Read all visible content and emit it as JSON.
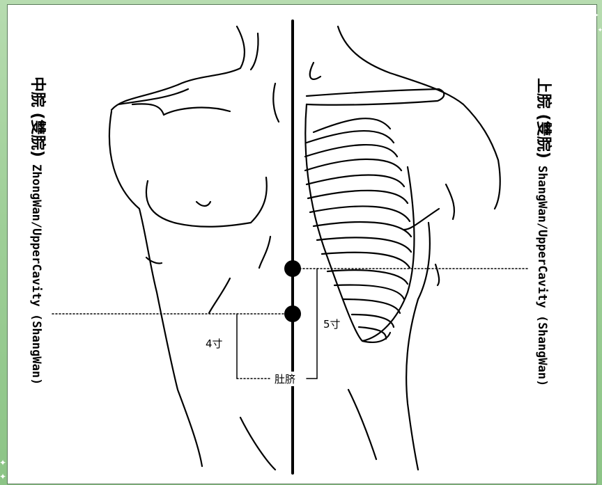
{
  "left_label": {
    "cjk": "中脘 (雙脘)",
    "latin": "ZhongWan/UpperCavity (ShangWan)"
  },
  "right_label": {
    "cjk": "上脘 (雙脘)",
    "latin": "ShangWan/UpperCavity (ShangWan)"
  },
  "dist_4": "4寸",
  "dist_5": "5寸",
  "navel": "肚脐"
}
